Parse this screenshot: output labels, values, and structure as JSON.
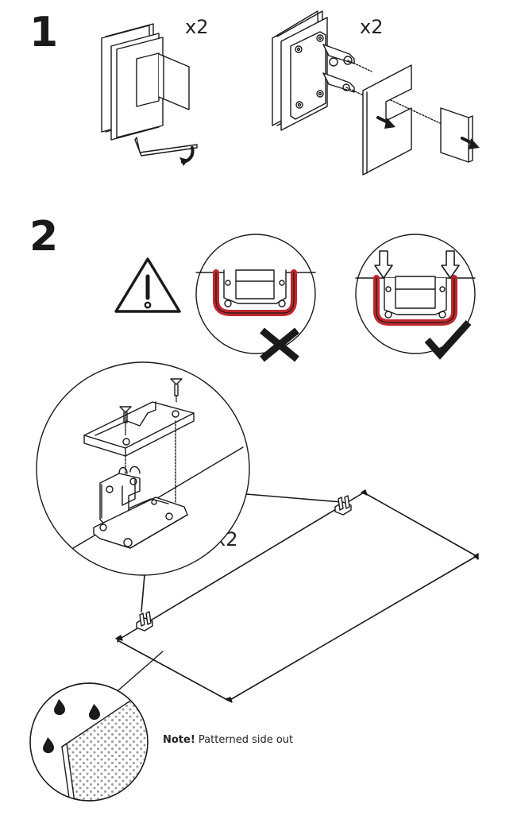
{
  "steps": [
    {
      "number": "1",
      "quantities": [
        "x2",
        "x2"
      ]
    },
    {
      "number": "2",
      "quantity": "x2"
    }
  ],
  "note": {
    "label": "Note!",
    "text": "Patterned side out"
  },
  "icons": {
    "warning": "warning-triangle-icon",
    "wrong": "cross-icon",
    "right": "checkmark-icon"
  },
  "colors": {
    "line": "#1a1a1a",
    "highlight": "#c0272d",
    "fill": "#ffffff",
    "dots": "#9a9a9a"
  }
}
